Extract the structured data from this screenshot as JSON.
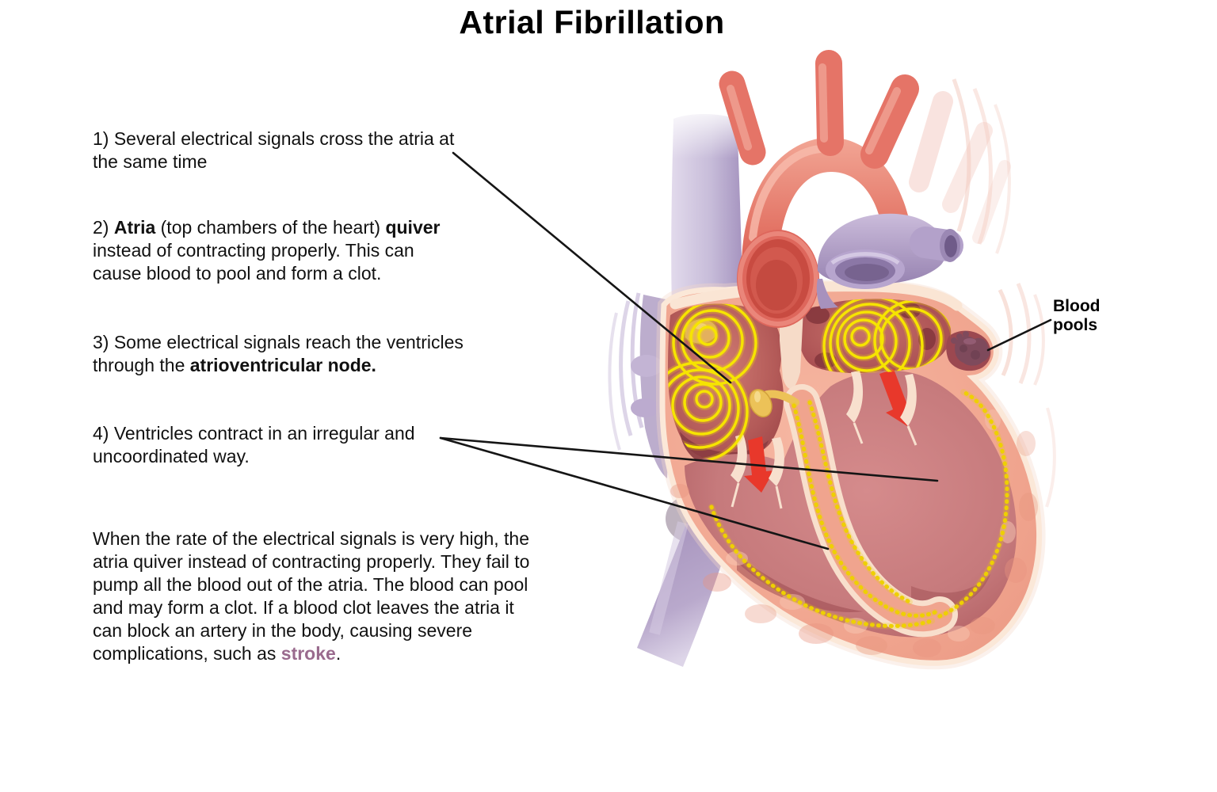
{
  "title": "Atrial Fibrillation",
  "annotations": {
    "step1": {
      "segments": [
        {
          "text": "1) Several electrical signals cross the atria at\nthe same time"
        }
      ]
    },
    "step2": {
      "segments": [
        {
          "text": "2) "
        },
        {
          "text": "Atria",
          "bold": true
        },
        {
          "text": " (top chambers of the heart) "
        },
        {
          "text": "quiver",
          "bold": true
        },
        {
          "text": "\ninstead of contracting properly. This can\ncause blood to pool and form a clot."
        }
      ]
    },
    "step3": {
      "segments": [
        {
          "text": "3) Some electrical signals reach the ventricles\nthrough the "
        },
        {
          "text": "atrioventricular node.",
          "bold": true
        }
      ]
    },
    "step4": {
      "segments": [
        {
          "text": "4) Ventricles contract in an irregular and\nuncoordinated way."
        }
      ]
    },
    "summary": {
      "segments": [
        {
          "text": "When the rate of the electrical signals is very high, the\natria quiver instead of contracting properly. They fail to\npump all the blood out of the atria. The blood can pool\nand may form a clot. If a blood clot leaves the atria it\ncan block an artery in the body, causing severe\ncomplications, such as "
        },
        {
          "text": "stroke",
          "bold": true,
          "color": "#9a6b8e"
        },
        {
          "text": "."
        }
      ]
    }
  },
  "diagram_labels": {
    "blood_pools": "Blood\npools"
  },
  "colors": {
    "stroke_word": "#9a6b8e",
    "pointer_line": "#151515",
    "signal_yellow": "#f2d800",
    "blood_clot_purple": "#7e4a5c",
    "heart_wall_salmon": "#f0a48e",
    "artery_red": "#de675c",
    "vein_purple": "#b4a2cc",
    "chamber_dark_red": "#9c4648",
    "arrow_red": "#e8382b",
    "pericardium_cream": "#fae5d4"
  }
}
